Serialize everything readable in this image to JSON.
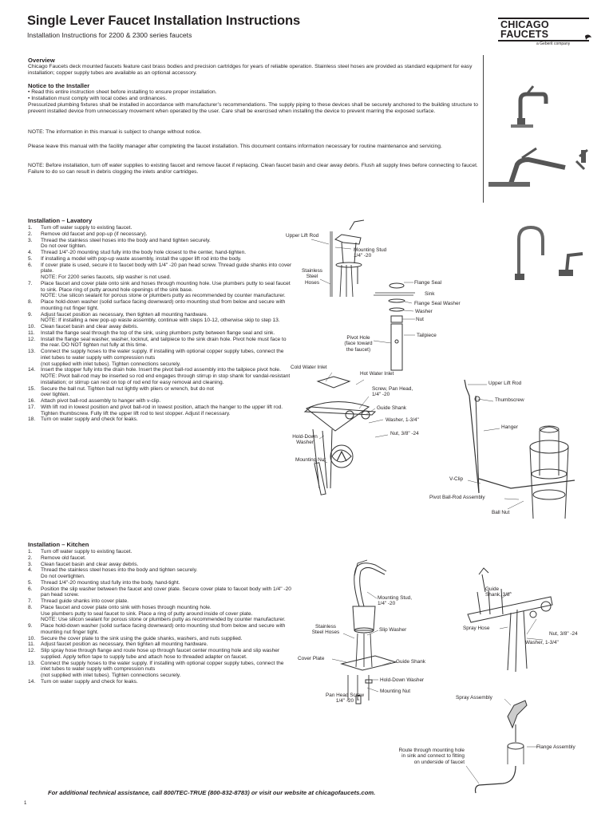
{
  "header": {
    "title": "Single Lever Faucet Installation Instructions",
    "subtitle": "Installation Instructions for 2200 & 2300 series faucets",
    "logo_line1": "CHICAGO",
    "logo_line2": "FAUCETS",
    "logo_tagline": "a Geberit company"
  },
  "overview": {
    "heading": "Overview",
    "text": "Chicago Faucets deck mounted faucets feature cast brass bodies and precision cartridges for years of reliable operation. Stainless steel hoses are provided as standard equipment for easy installation; copper supply tubes are available as an optional accessory."
  },
  "notice": {
    "heading": "Notice to the Installer",
    "bullet1": "• Read this entire instruction sheet before installing to ensure proper installation.",
    "bullet2": "• Installation must comply with local codes and ordinances.",
    "para1": "Pressurized plumbing fixtures shall be installed in accordance with manufacturer’s recommendations. The supply piping to these devices shall be securely anchored to the building structure to prevent installed device from unnecessary movement when operated by the user. Care shall be exercised when installing the device to prevent marring the exposed surface.",
    "para2": "NOTE: The information in this manual is subject to change without notice.",
    "para3": "Please leave this manual with the facility manager after completing the faucet installation. This document contains information necessary for routine maintenance and servicing.",
    "para4": "NOTE: Before installation, turn off water supplies to existing faucet and remove faucet if replacing. Clean faucet basin and clear away debris. Flush all supply lines before connecting to faucet. Failure to do so can result in debris clogging the inlets and/or cartridges."
  },
  "lavatory": {
    "heading": "Installation – Lavatory",
    "steps": [
      {
        "n": "1.",
        "t": "Turn off water supply to existing faucet."
      },
      {
        "n": "2.",
        "t": "Remove old faucet and pop-up (if necessary)."
      },
      {
        "n": "3.",
        "t": "Thread the stainless steel hoses into the body and hand tighten securely.\nDo not over tighten."
      },
      {
        "n": "4.",
        "t": "Thread 1/4\"-20 mounting stud fully into the body hole closest to the center, hand-tighten."
      },
      {
        "n": "5.",
        "t": "If installing a model with pop-up waste assembly, install the upper lift rod into the body."
      },
      {
        "n": "6.",
        "t": "If cover plate is used, secure it to faucet body with 1/4\" -20 pan head screw. Thread guide shanks into cover plate.\nNOTE: For 2200 series faucets, slip washer is not used."
      },
      {
        "n": "7.",
        "t": "Place faucet and cover plate onto sink and hoses through mounting hole. Use plumbers putty to seal faucet to sink. Place ring of putty around hole openings of the sink base.\nNOTE: Use silicon sealant for porous stone or plumbers putty as recommended by counter manufacturer."
      },
      {
        "n": "8.",
        "t": "Place hold-down washer (solid surface facing downward) onto mounting stud from below and secure with mounting nut finger tight."
      },
      {
        "n": "9.",
        "t": "Adjust faucet position as necessary, then tighten all mounting hardware.\nNOTE: If installing a new pop-up waste assembly, continue with steps 10-12, otherwise skip to step 13."
      },
      {
        "n": "10.",
        "t": "Clean faucet basin and clear away debris."
      },
      {
        "n": "11.",
        "t": "Install the flange seal through the top of the sink, using plumbers putty between flange seal and sink."
      },
      {
        "n": "12.",
        "t": "Install the flange seal washer, washer, locknut, and tailpiece to the sink drain hole. Pivot hole must face to the rear. DO NOT tighten nut fully at this time."
      },
      {
        "n": "13.",
        "t": "Connect the supply hoses to the water supply. If installing with optional copper supply tubes, connect the inlet tubes to water supply with compression nuts\n(not supplied with inlet tubes). Tighten connections securely."
      },
      {
        "n": "14.",
        "t": "Insert the stopper fully into the drain hole. Insert the pivot ball-rod assembly into the tailpiece pivot hole.\nNOTE: Pivot ball-rod may be inserted so rod end engages through stirrup in stop shank for vandal-resistant installation; or stirrup can rest on top of rod end for easy removal and cleaning."
      },
      {
        "n": "15.",
        "t": "Secure the ball nut. Tighten ball nut lightly with pliers or wrench, but do not\nover tighten."
      },
      {
        "n": "16.",
        "t": "Attach pivot ball-rod assembly to hanger with v-clip."
      },
      {
        "n": "17.",
        "t": "With lift rod in lowest position and pivot ball-rod in lowest position, attach the hanger to the upper lift rod. Tighten thumbscrew. Fully lift the upper lift rod to test stopper. Adjust if necessary."
      },
      {
        "n": "18.",
        "t": "Turn on water supply and check for leaks."
      }
    ]
  },
  "kitchen": {
    "heading": "Installation – Kitchen",
    "steps": [
      {
        "n": "1.",
        "t": "Turn off water supply to existing faucet."
      },
      {
        "n": "2.",
        "t": "Remove old faucet."
      },
      {
        "n": "3.",
        "t": "Clean faucet basin and clear away debris."
      },
      {
        "n": "4.",
        "t": "Thread the stainless steel hoses into the body and tighten securely.\nDo not overtighten."
      },
      {
        "n": "5.",
        "t": "Thread 1/4\"-20 mounting stud fully into the body, hand-tight."
      },
      {
        "n": "6.",
        "t": "Position the slip washer between the faucet and cover plate. Secure cover plate to faucet body with 1/4\" -20 pan head screw."
      },
      {
        "n": "7.",
        "t": "Thread guide shanks into cover plate."
      },
      {
        "n": "8.",
        "t": "Place faucet and cover plate onto sink with hoses through mounting hole.\nUse plumbers putty to seal faucet to sink. Place a ring of putty around inside of cover plate.\nNOTE: Use silicon sealant for porous stone or plumbers putty as recommended by counter manufacturer."
      },
      {
        "n": "9.",
        "t": "Place hold-down washer (solid surface facing downward) onto mounting stud from below and secure with mounting nut finger tight."
      },
      {
        "n": "10.",
        "t": "Secure the cover plate to the sink using the guide shanks, washers, and nuts supplied."
      },
      {
        "n": "11.",
        "t": "Adjust faucet position as necessary, then tighten all mounting hardware."
      },
      {
        "n": "12.",
        "t": "Slip spray hose through flange and route hose up through faucet center mounting hole and slip washer supplied. Apply teflon tape to supply tube and attach hose to threaded adapter on faucet."
      },
      {
        "n": "13.",
        "t": "Connect the supply hoses to the water supply. If installing with optional copper supply tubes, connect the inlet tubes to water supply with compression nuts\n(not supplied with inlet tubes). Tighten connections securely."
      },
      {
        "n": "14.",
        "t": "Turn on water supply and check for leaks."
      }
    ]
  },
  "labels": {
    "upper_lift_rod_1": "Upper Lift Rod",
    "mounting_stud_1": "Mounting Stud\n1/4\" -20",
    "stainless_steel_hoses_1": "Stainless\nSteel\nHoses",
    "flange_seal": "Flange Seal",
    "sink": "Sink",
    "flange_seal_washer": "Flange Seal Washer",
    "washer": "Washer",
    "nut": "Nut",
    "pivot_hole": "Pivot Hole\n(face toward\nthe faucet)",
    "tailpiece": "Tailpiece",
    "cold_water_inlet": "Cold Water Inlet",
    "hot_water_inlet": "Hot Water Inlet",
    "screw_pan_head": "Screw, Pan Head,\n1/4\" -20",
    "guide_shank_1": "Guide Shank",
    "washer_134_1": "Washer, 1-3/4\"",
    "nut_38_1": "Nut, 3/8\" -24",
    "hold_down_washer_1": "Hold-Down\nWasher",
    "mounting_nut_1": "Mounting Nut",
    "upper_lift_rod_2": "Upper Lift Rod",
    "thumbscrew": "Thumbscrew",
    "hanger": "Hanger",
    "v_clip": "V-Clip",
    "pivot_ball_rod": "Pivot Ball-Rod Assembly",
    "ball_nut": "Ball Nut",
    "mounting_stud_2": "Mounting Stud,\n1/4\" -20",
    "stainless_steel_hoses_2": "Stainless\nSteel Hoses",
    "slip_washer": "Slip Washer",
    "cover_plate": "Cover Plate",
    "guide_shank_2": "Guide Shank",
    "hold_down_washer_2": "Hold-Down Washer",
    "mounting_nut_2": "Mounting Nut",
    "pan_head_screw": "Pan Head Screw\n1/4\" -20",
    "guide_shank_38": "Guide\nShank, 3/8\"",
    "spray_hose": "Spray Hose",
    "nut_38_2": "Nut, 3/8\" -24",
    "washer_134_2": "Washer, 1-3/4\"",
    "spray_assembly": "Spray Assembly",
    "flange_assembly": "Flange Assembly",
    "route_through": "Route through mounting hole\nin sink and connect to fitting\non underside of faucet"
  },
  "footer": {
    "text": "For additional technical assistance, call 800/TEC-TRUE (800-832-8783) or visit our website at chicagofaucets.com.",
    "page_number": "1"
  }
}
